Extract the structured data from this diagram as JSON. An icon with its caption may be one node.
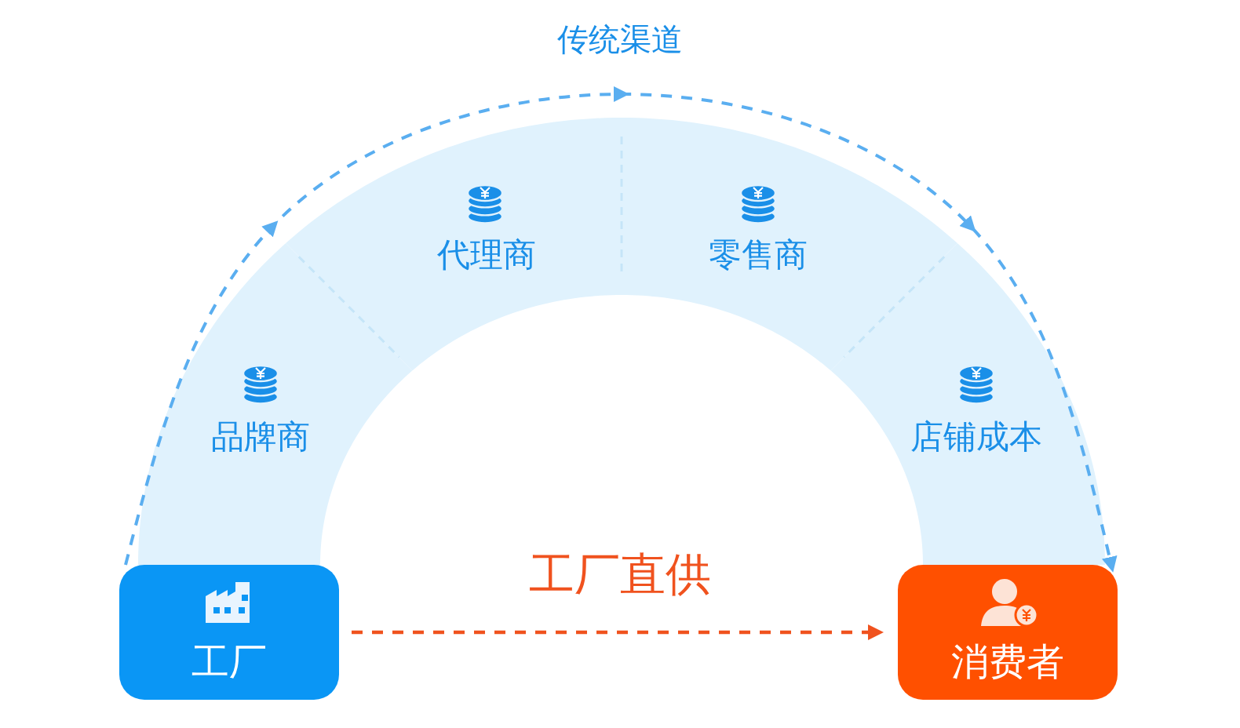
{
  "diagram": {
    "nodes": [
      {
        "text": [
          "工厂"
        ]
      },
      {
        "text": [
          "品牌商"
        ]
      },
      {
        "text": [
          "代理商"
        ]
      },
      {
        "text": [
          "零售商"
        ]
      },
      {
        "text": [
          "店铺成本"
        ]
      },
      {
        "text": [
          "消费者"
        ]
      }
    ],
    "edges": [
      {
        "from": 0,
        "to": 5,
        "arrow": "to",
        "label": "传统渠道",
        "style": "dashed",
        "color": "#5aaef0"
      },
      {
        "from": 0,
        "to": 5,
        "arrow": "to",
        "label": "工厂直供",
        "style": "dashed",
        "color": "#f0521e"
      }
    ]
  }
}
